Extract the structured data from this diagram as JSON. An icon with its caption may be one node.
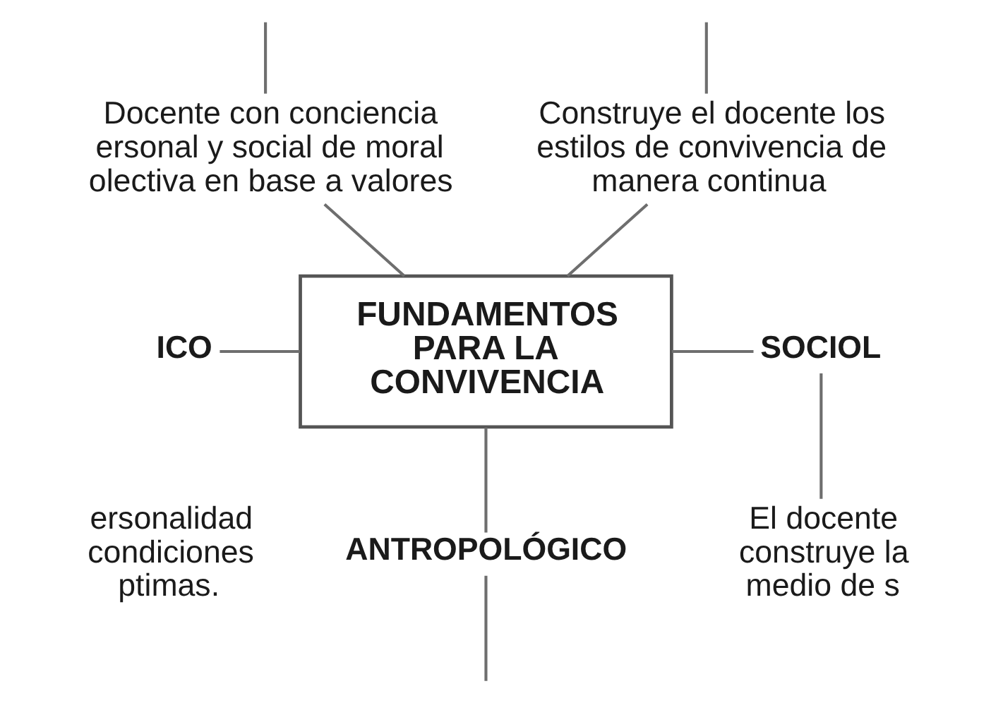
{
  "diagram": {
    "nodes": [
      {
        "text": [
          "Docente con conciencia ersonal y social de moral olectiva en base a valores"
        ]
      },
      {
        "text": [
          "Construye el docente los estilos de convivencia de manera continua"
        ]
      },
      {
        "text": [
          "ICO"
        ]
      },
      {
        "text": [
          "FUNDAMENTOS PARA LA CONVIVENCIA"
        ]
      },
      {
        "text": [
          "SOCIOL"
        ]
      },
      {
        "text": [
          "ersonalidad condiciones ptimas."
        ]
      },
      {
        "text": [
          "ANTROPOLÓGICO"
        ]
      },
      {
        "text": [
          "El docente construye la medio de s"
        ]
      }
    ],
    "edges": [
      {
        "from": null,
        "to": 0,
        "arrow": "none"
      },
      {
        "from": null,
        "to": 1,
        "arrow": "none"
      },
      {
        "from": 0,
        "to": 3,
        "arrow": "none"
      },
      {
        "from": 1,
        "to": 3,
        "arrow": "none"
      },
      {
        "from": 2,
        "to": 3,
        "arrow": "none"
      },
      {
        "from": 3,
        "to": 4,
        "arrow": "none"
      },
      {
        "from": 3,
        "to": 6,
        "arrow": "none"
      },
      {
        "from": 4,
        "to": 7,
        "arrow": "none"
      },
      {
        "from": 6,
        "to": null,
        "arrow": "none"
      }
    ]
  }
}
